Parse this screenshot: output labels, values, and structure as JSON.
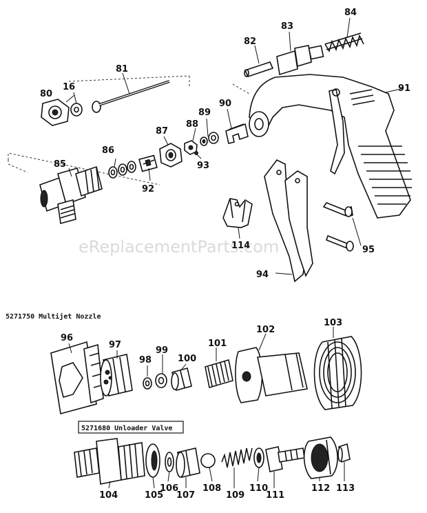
{
  "watermark": "eReplacementParts.com",
  "captions": {
    "nozzle": "5271750 Multijet Nozzle",
    "valve": "5271680 Unloader Valve"
  },
  "callouts": [
    "16",
    "80",
    "81",
    "82",
    "83",
    "84",
    "85",
    "86",
    "87",
    "88",
    "89",
    "90",
    "91",
    "92",
    "93",
    "94",
    "95",
    "96",
    "97",
    "98",
    "99",
    "100",
    "101",
    "102",
    "103",
    "104",
    "105",
    "106",
    "107",
    "108",
    "109",
    "110",
    "111",
    "112",
    "113",
    "114"
  ]
}
